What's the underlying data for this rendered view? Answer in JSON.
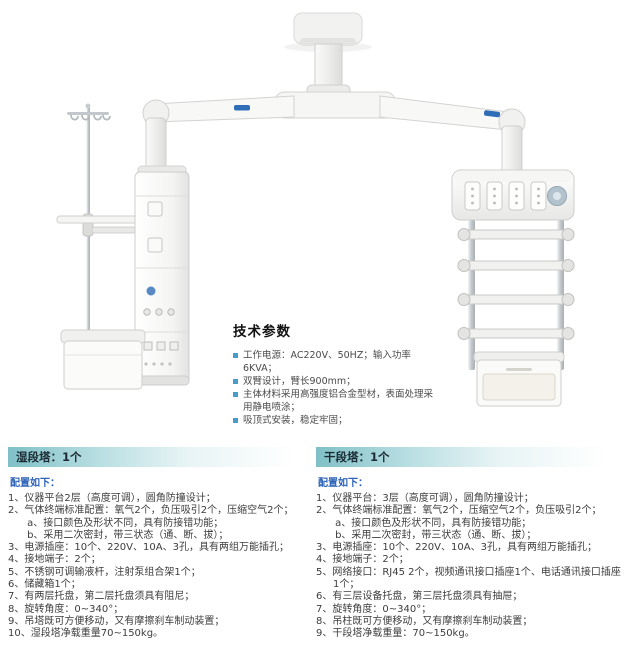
{
  "colors": {
    "accent_blue": "#2f6db8",
    "bullet_blue": "#4a9cc8",
    "header_teal": "#7fc0c6",
    "config_label_blue": "#2e63b8"
  },
  "tech_params": {
    "title": "技术参数",
    "items": [
      "工作电源：AC220V、50HZ；输入功率6KVA；",
      "双臂设计，臂长900mm；",
      "主体材料采用高强度铝合金型材，表面处理采用静电喷涂；",
      "吸顶式安装，稳定牢固；"
    ]
  },
  "wet_tower": {
    "title": "湿段塔：1个",
    "config_label": "配置如下：",
    "items": [
      "1、仪器平台2层（高度可调），圆角防撞设计；",
      "2、气体终端标准配置：氧气2个，负压吸引2个，压缩空气2个；",
      "      a、接口颜色及形状不同，具有防接错功能；",
      "      b、采用二次密封，带三状态（通、断、拔）；",
      "3、电源插座：10个、220V、10A、3孔，具有两组万能插孔；",
      "4、接地端子：2个；",
      "5、不锈钢可调输液杆，注射泵组合架1个；",
      "6、储藏箱1个；",
      "7、有两层托盘，第二层托盘须具有阻尼；",
      "8、旋转角度：0~340°；",
      "9、吊塔既可方便移动，又有摩擦刹车制动装置；",
      "10、湿段塔净载重量70~150kg。"
    ]
  },
  "dry_tower": {
    "title": "干段塔：1个",
    "config_label": "配置如下：",
    "items": [
      "1、仪器平台：3层（高度可调），圆角防撞设计；",
      "2、气体终端标准配置：氧气2个，压缩空气2个，负压吸引2个；",
      "      a、接口颜色及形状不同，具有防接错功能；",
      "      b、采用二次密封，带三状态（通、断、拔）；",
      "3、电源插座：10个、220V、10A、3孔，具有两组万能插孔；",
      "4、接地端子：2个；",
      "5、网络接口：RJ45 2个，视频通讯接口插座1个、电话通讯接口插座1个；",
      "6、有三层设备托盘，第三层托盘须具有抽屉；",
      "7、旋转角度：0~340°；",
      "8、吊柱既可方便移动，又有摩擦刹车制动装置；",
      "9、干段塔净载重量：70~150kg。"
    ]
  }
}
